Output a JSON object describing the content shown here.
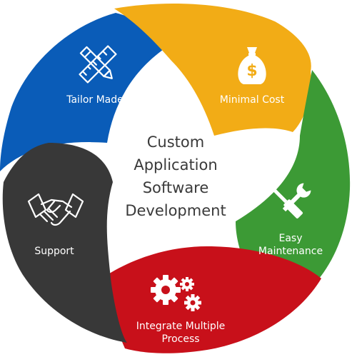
{
  "center": {
    "line1": "Custom",
    "line2": "Application",
    "line3": "Software",
    "line4": "Development"
  },
  "segments": {
    "tailor": {
      "label": "Tailor Made",
      "color": "#0a5cb8",
      "icon": "pencil-ruler-icon"
    },
    "cost": {
      "label": "Minimal Cost",
      "color": "#f2ac16",
      "icon": "money-bag-icon"
    },
    "maintenance": {
      "label_line1": "Easy",
      "label_line2": "Maintenance",
      "color": "#3c9a35",
      "icon": "wrench-screwdriver-icon"
    },
    "integrate": {
      "label_line1": "Integrate Multiple",
      "label_line2": "Process",
      "color": "#c8101a",
      "icon": "gears-icon"
    },
    "support": {
      "label": "Support",
      "color": "#383838",
      "icon": "handshake-icon"
    }
  },
  "icon_glyphs": {
    "dollar": "$"
  }
}
